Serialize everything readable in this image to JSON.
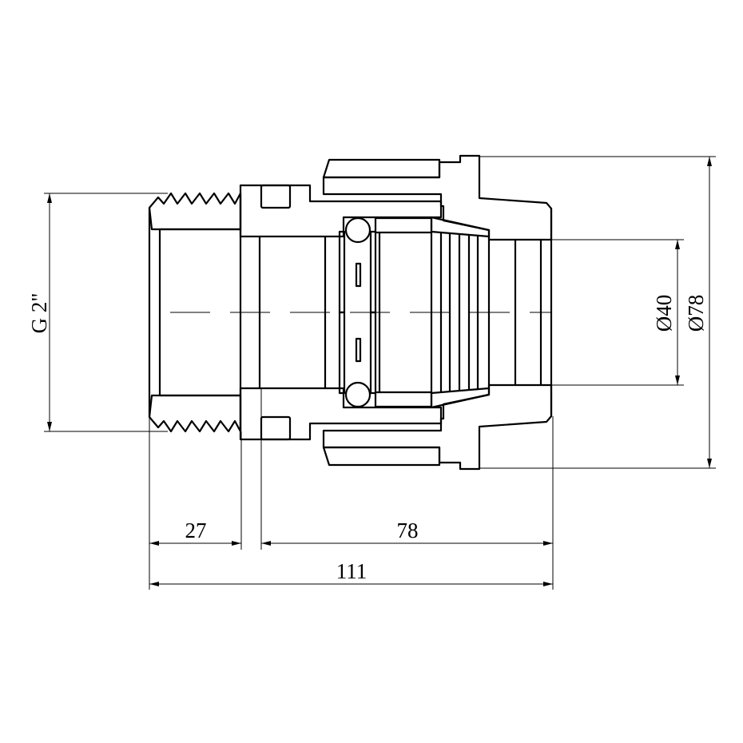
{
  "drawing": {
    "title": "Male threaded compression adapter - section view",
    "dimensions": {
      "thread": "G 2\"",
      "inner_diameter": "Ø40",
      "outer_diameter": "Ø78",
      "thread_length": "27",
      "body_length": "78",
      "total_length": "111"
    },
    "line_color": "#000000",
    "background": "#ffffff"
  }
}
